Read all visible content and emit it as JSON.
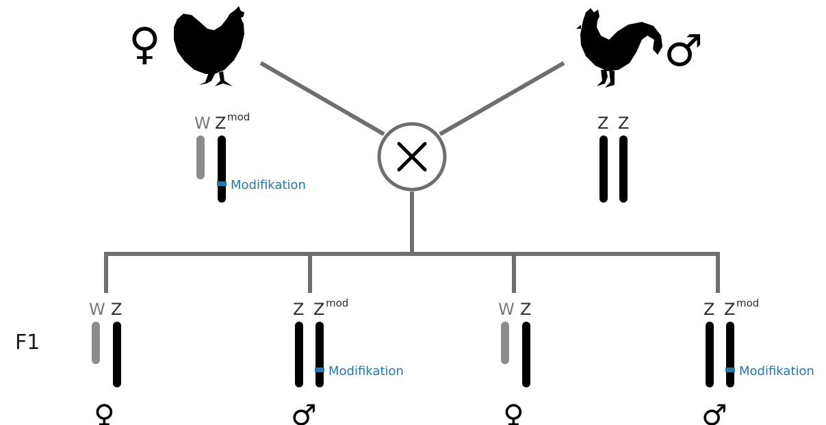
{
  "colors": {
    "line": "#6e6e6e",
    "chromosome_z": "#000000",
    "chromosome_w": "#8c8c8c",
    "modification": "#1f78b4",
    "text": "#2b2b2b"
  },
  "generation_label": "F1",
  "cross_symbol": "✕",
  "modification_label": "Modifikation",
  "parents": {
    "mother": {
      "icon": "hen-silhouette-icon",
      "sex_symbol": "♀",
      "chromosomes": [
        "W",
        "Z"
      ],
      "modified_superscript": "mod"
    },
    "father": {
      "icon": "rooster-silhouette-icon",
      "sex_symbol": "♂",
      "chromosomes": [
        "Z",
        "Z"
      ]
    }
  },
  "offspring": [
    {
      "chromosomes": [
        "W",
        "Z"
      ],
      "sex_symbol": "♀",
      "modified": false
    },
    {
      "chromosomes": [
        "Z",
        "Z"
      ],
      "modified_superscript": "mod",
      "sex_symbol": "♂",
      "modified": true
    },
    {
      "chromosomes": [
        "W",
        "Z"
      ],
      "sex_symbol": "♀",
      "modified": false
    },
    {
      "chromosomes": [
        "Z",
        "Z"
      ],
      "modified_superscript": "mod",
      "sex_symbol": "♂",
      "modified": true
    }
  ]
}
